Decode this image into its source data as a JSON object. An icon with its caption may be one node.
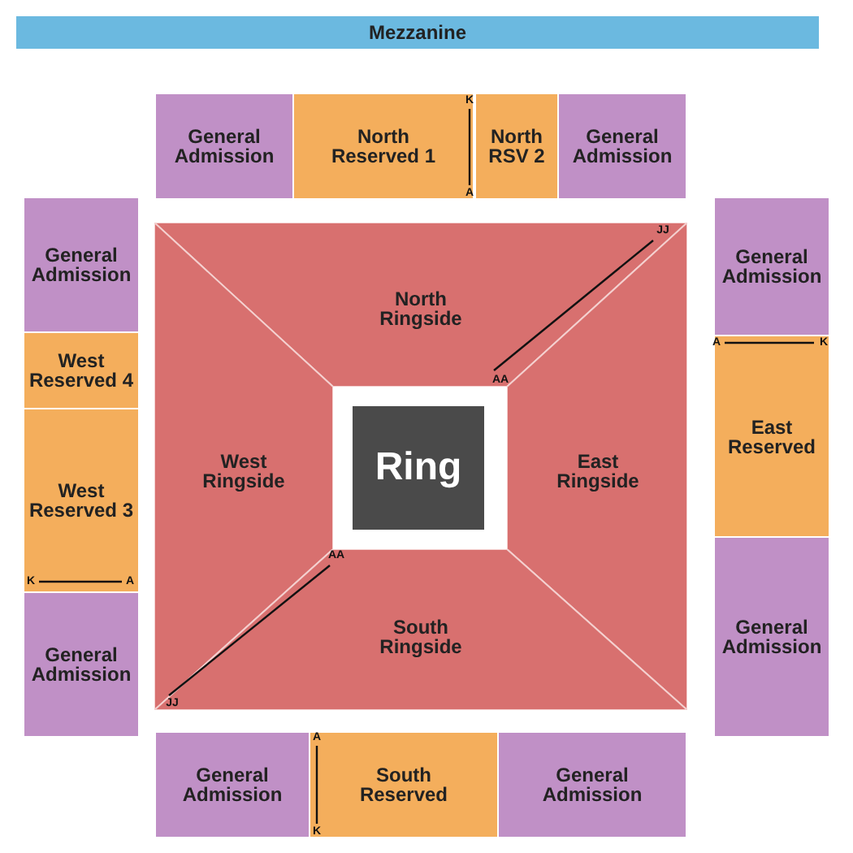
{
  "diagram": {
    "nodes": [
      {
        "text": [
          "Mezzanine"
        ]
      },
      {
        "text": [
          "General Admission"
        ]
      },
      {
        "text": [
          "North Reserved 1"
        ]
      },
      {
        "text": [
          "North RSV 2"
        ]
      },
      {
        "text": [
          "General Admission"
        ]
      },
      {
        "text": [
          "General Admission"
        ]
      },
      {
        "text": [
          "General Admission"
        ]
      },
      {
        "text": [
          "North Ringside"
        ]
      },
      {
        "text": [
          "West Reserved 4"
        ]
      },
      {
        "text": [
          "West Ringside"
        ]
      },
      {
        "text": [
          "Ring"
        ]
      },
      {
        "text": [
          "East Ringside"
        ]
      },
      {
        "text": [
          "East Reserved"
        ]
      },
      {
        "text": [
          "West Reserved 3"
        ]
      },
      {
        "text": [
          "South Ringside"
        ]
      },
      {
        "text": [
          "General Admission"
        ]
      },
      {
        "text": [
          "General Admission"
        ]
      },
      {
        "text": [
          "General Admission"
        ]
      },
      {
        "text": [
          "South Reserved"
        ]
      },
      {
        "text": [
          "General Admission"
        ]
      }
    ],
    "edges": [],
    "labels": [
      "K",
      "A",
      "JJ",
      "A",
      "K",
      "AA",
      "AA",
      "K",
      "A",
      "JJ",
      "A",
      "K"
    ]
  }
}
